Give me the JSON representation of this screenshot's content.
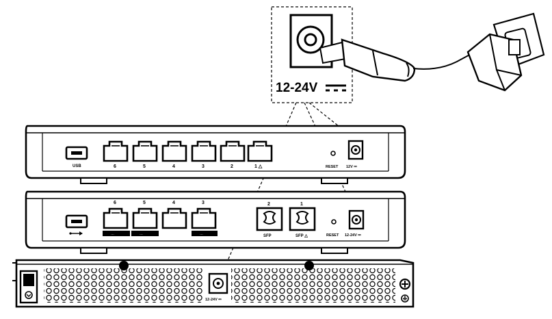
{
  "callout": {
    "voltage_label": "12-24V"
  },
  "device_top": {
    "usb_label": "USB",
    "port_labels": [
      "6",
      "5",
      "4",
      "3",
      "2",
      "1 △"
    ],
    "reset_label": "RESET",
    "power_label": "12V ⎓"
  },
  "device_middle": {
    "port_numbers": [
      "6",
      "5",
      "4",
      "3"
    ],
    "port_group_labels": [
      "…",
      "…",
      "…"
    ],
    "sfp_numbers": [
      "2",
      "1"
    ],
    "sfp_labels": [
      "SFP",
      "SFP △"
    ],
    "reset_label": "RESET",
    "power_label": "12-24V ⎓"
  },
  "device_bottom": {
    "power_label": "12-24V ⎓"
  },
  "icons": [
    "power-jack-icon",
    "power-adapter-icon",
    "wall-outlet-icon",
    "usb-port-icon",
    "ethernet-port-icon",
    "sfp-port-icon",
    "reset-hole-icon",
    "ground-screw-icon",
    "rocker-switch-icon"
  ]
}
